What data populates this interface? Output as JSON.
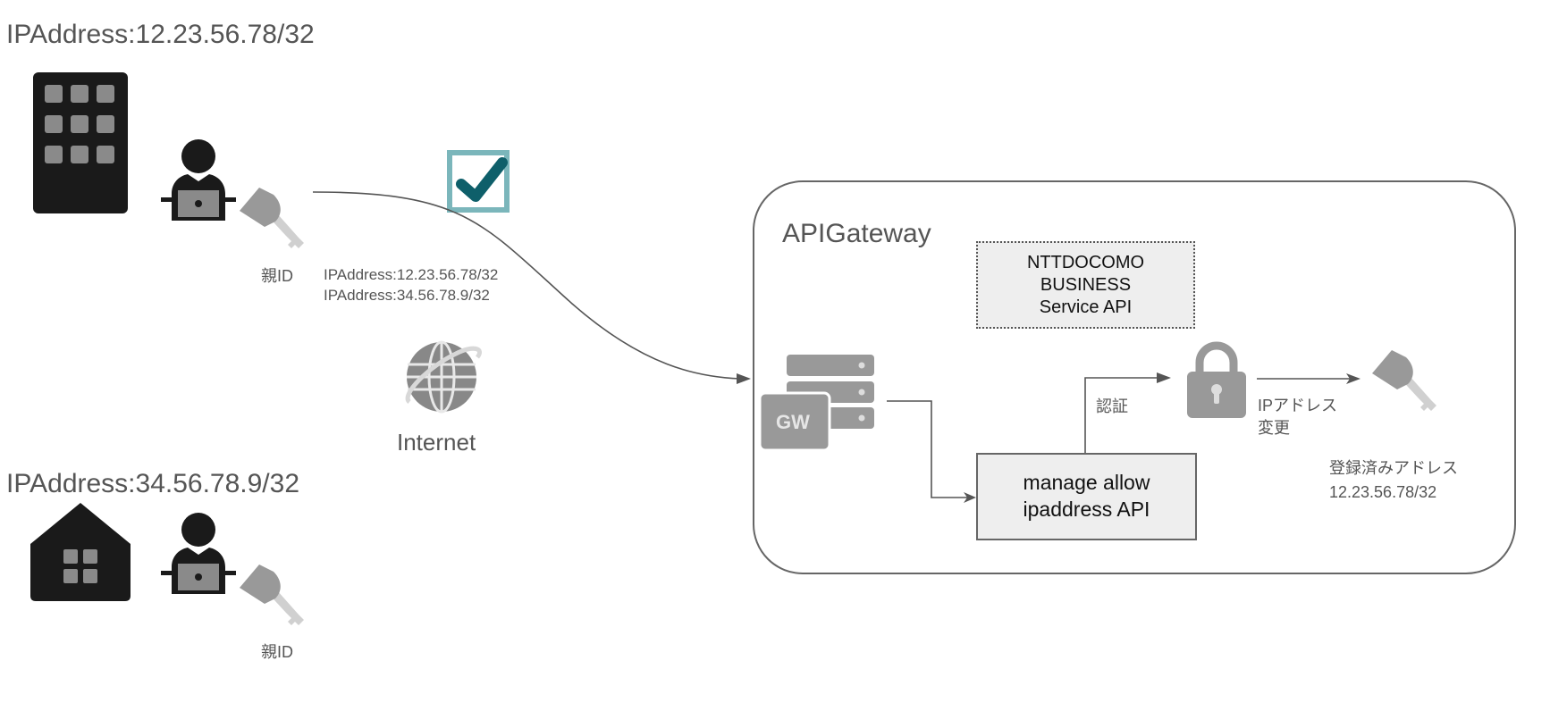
{
  "office": {
    "ip_label": "IPAddress:12.23.56.78/32",
    "key_label": "親ID"
  },
  "home": {
    "ip_label": "IPAddress:34.56.78.9/32",
    "key_label": "親ID"
  },
  "connection": {
    "ip_lines": [
      "IPAddress:12.23.56.78/32",
      "IPAddress:34.56.78.9/32"
    ],
    "internet_label": "Internet"
  },
  "gateway": {
    "title": "APIGateway",
    "service_box": "NTTDOCOMO\nBUSINESS\nService API",
    "api_box": "manage allow\nipaddress API",
    "auth_label": "認証",
    "change_label_line1": "IPアドレス",
    "change_label_line2": "変更",
    "registered_label": "登録済みアドレス",
    "registered_ip": "12.23.56.78/32",
    "gw_badge": "GW"
  },
  "colors": {
    "icon_dark": "#1a1a1a",
    "icon_gray": "#8a8a8a",
    "key_head": "#999999",
    "key_shaft": "#d0d0d0",
    "check_frame": "#7bb6bb",
    "check_mark": "#0e5f6a",
    "line": "#555555"
  }
}
